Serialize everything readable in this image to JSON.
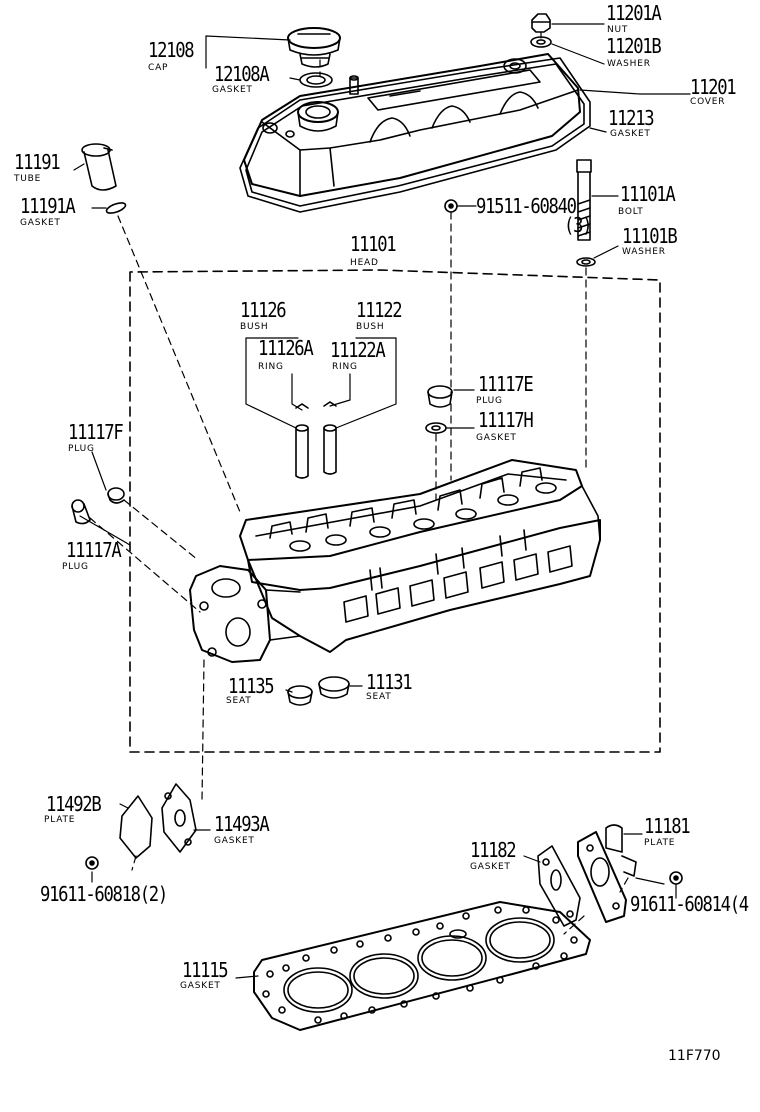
{
  "figure_id": "11F770",
  "parts": {
    "p11201A": {
      "number": "11201A",
      "name": "NUT"
    },
    "p11201B": {
      "number": "11201B",
      "name": "WASHER"
    },
    "p11201": {
      "number": "11201",
      "name": "COVER"
    },
    "p11213": {
      "number": "11213",
      "name": "GASKET"
    },
    "p12108": {
      "number": "12108",
      "name": "CAP"
    },
    "p12108A": {
      "number": "12108A",
      "name": "GASKET"
    },
    "p11191": {
      "number": "11191",
      "name": "TUBE"
    },
    "p11191A": {
      "number": "11191A",
      "name": "GASKET"
    },
    "p91511": {
      "number": "91511-60840",
      "qty": "(3)"
    },
    "p11101A": {
      "number": "11101A",
      "name": "BOLT"
    },
    "p11101B": {
      "number": "11101B",
      "name": "WASHER"
    },
    "p11101": {
      "number": "11101",
      "name": "HEAD"
    },
    "p11126": {
      "number": "11126",
      "name": "BUSH"
    },
    "p11122": {
      "number": "11122",
      "name": "BUSH"
    },
    "p11126A": {
      "number": "11126A",
      "name": "RING"
    },
    "p11122A": {
      "number": "11122A",
      "name": "RING"
    },
    "p11117E": {
      "number": "11117E",
      "name": "PLUG"
    },
    "p11117H": {
      "number": "11117H",
      "name": "GASKET"
    },
    "p11117F": {
      "number": "11117F",
      "name": "PLUG"
    },
    "p11117A": {
      "number": "11117A",
      "name": "PLUG"
    },
    "p11135": {
      "number": "11135",
      "name": "SEAT"
    },
    "p11131": {
      "number": "11131",
      "name": "SEAT"
    },
    "p11492B": {
      "number": "11492B",
      "name": "PLATE"
    },
    "p11493A": {
      "number": "11493A",
      "name": "GASKET"
    },
    "p91611a": {
      "number": "91611-60818(2)"
    },
    "p11182": {
      "number": "11182",
      "name": "GASKET"
    },
    "p11181": {
      "number": "11181",
      "name": "PLATE"
    },
    "p91611b": {
      "number": "91611-60814(4"
    },
    "p11115": {
      "number": "11115",
      "name": "GASKET"
    }
  }
}
